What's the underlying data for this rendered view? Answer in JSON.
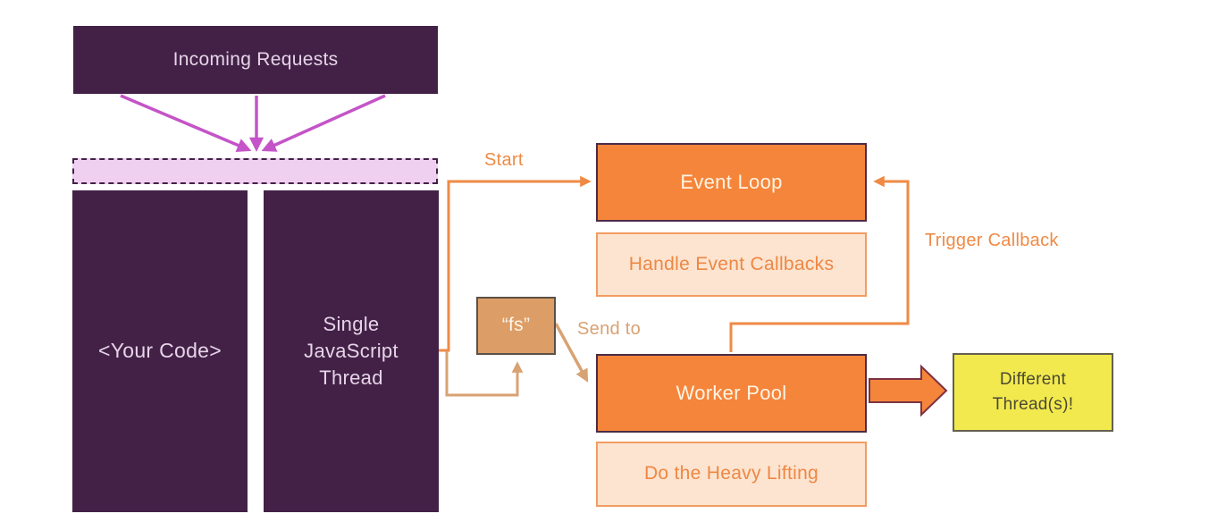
{
  "diagram": {
    "topic": "Node.js single thread / event loop / worker pool flow",
    "nodes": {
      "incoming_requests": {
        "label": "Incoming Requests"
      },
      "request_buffer": {
        "label": ""
      },
      "your_code": {
        "label": "<Your Code>"
      },
      "single_thread": {
        "label": "Single\nJavaScript\nThread"
      },
      "event_loop": {
        "label": "Event Loop"
      },
      "handle_callbacks": {
        "label": "Handle Event Callbacks"
      },
      "fs_module": {
        "label": "“fs”"
      },
      "worker_pool": {
        "label": "Worker Pool"
      },
      "heavy_lifting": {
        "label": "Do the Heavy Lifting"
      },
      "different_threads": {
        "label": "Different\nThread(s)!"
      }
    },
    "edges": {
      "start": {
        "label": "Start"
      },
      "send_to": {
        "label": "Send to"
      },
      "trigger_callback": {
        "label": "Trigger Callback"
      }
    }
  },
  "colors": {
    "purple": "#432147",
    "purple_border": "#4b2b49",
    "purple_text": "#e6d4e8",
    "magenta": "#c454c8",
    "pink_fill": "#efd0f0",
    "orange": "#f5853b",
    "orange_line": "#ef8a45",
    "orange_text": "#ee8743",
    "orange_light": "#fce4d0",
    "orange_light_border": "#f29c62",
    "cream": "#fdf4e3",
    "tan_fill": "#dd9d66",
    "tan_line": "#d8a273",
    "tan_border": "#5a5148",
    "yellow_fill": "#f2e94e",
    "yellow_border": "#63614e",
    "yellow_text": "#4a4a33",
    "arrow_outline": "#7d3242"
  }
}
